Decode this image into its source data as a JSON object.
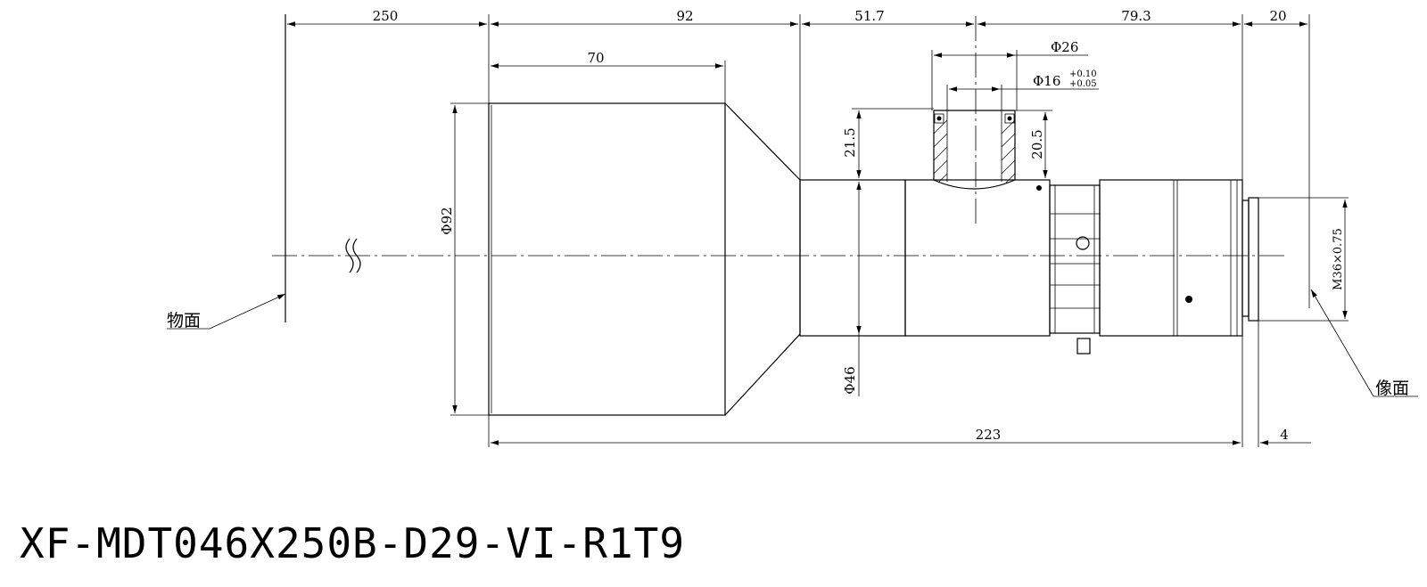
{
  "title": "XF-MDT046X250B-D29-VI-R1T9",
  "dimensions": {
    "working_distance": "250",
    "front_length": "92",
    "barrel_length": "70",
    "coax_offset": "51.7",
    "rear_length": "79.3",
    "back_focus": "20",
    "front_diameter": "Φ92",
    "body_diameter": "Φ46",
    "port_outer_diameter": "Φ26",
    "port_inner_diameter": "Φ16",
    "port_tol_upper": "+0.10",
    "port_tol_lower": "+0.05",
    "port_height_outer": "21.5",
    "port_height_inner": "20.5",
    "total_length": "223",
    "flange_distance": "4",
    "mount_thread": "M36×0.75"
  },
  "labels": {
    "object_plane": "物面",
    "image_plane": "像面"
  }
}
